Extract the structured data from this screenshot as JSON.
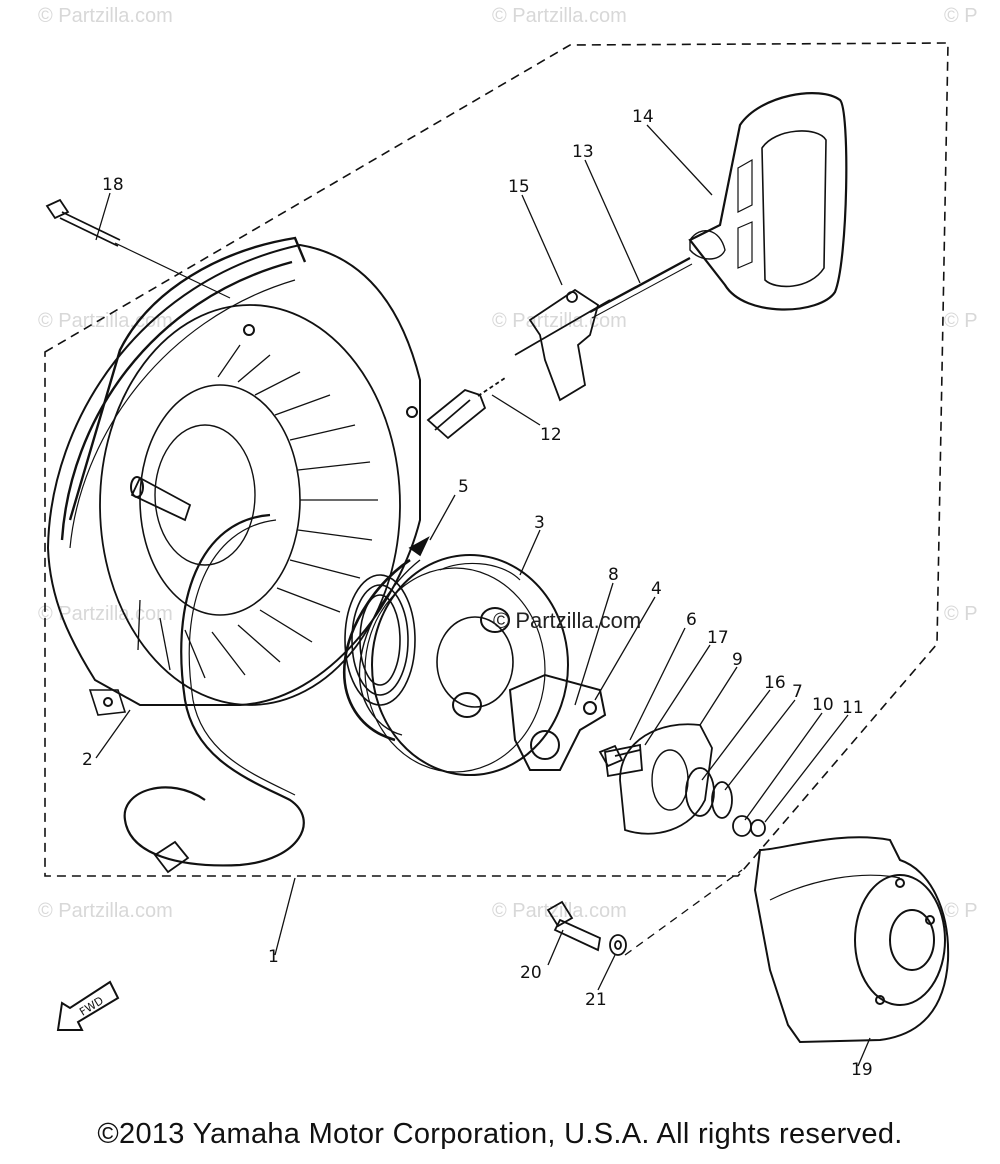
{
  "watermark": {
    "text": "© Partzilla.com",
    "short": "© P"
  },
  "center_watermark": "© Partzilla.com",
  "fwd_label": "FWD",
  "copyright": "©2013 Yamaha Motor Corporation, U.S.A. All rights reserved.",
  "callouts": {
    "c1": "1",
    "c2": "2",
    "c3": "3",
    "c4": "4",
    "c5": "5",
    "c6": "6",
    "c7": "7",
    "c8": "8",
    "c9": "9",
    "c10": "10",
    "c11": "11",
    "c12": "12",
    "c13": "13",
    "c14": "14",
    "c15": "15",
    "c16": "16",
    "c17": "17",
    "c18": "18",
    "c19": "19",
    "c20": "20",
    "c21": "21"
  }
}
